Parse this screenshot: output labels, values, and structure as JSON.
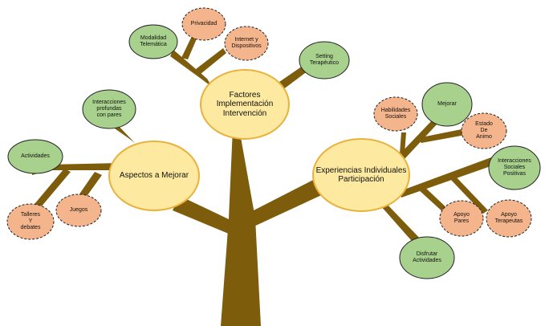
{
  "colors": {
    "branch": "#7d5c0b",
    "main_node_fill": "#fde9a0",
    "main_node_stroke": "#e8b23c",
    "green_node_fill": "#a8d18d",
    "orange_node_fill": "#f5b58c"
  },
  "main_nodes": {
    "factores": "Factores\nImplementación\nIntervención",
    "aspectos": "Aspectos a Mejorar",
    "experiencias": "Experiencias Individuales\nParticipación"
  },
  "factores_children": {
    "modalidad": "Modalidad\nTelemática",
    "privacidad": "Privacidad",
    "internet": "Internet y\nDispositivos",
    "setting": "Setting\nTerapéutico"
  },
  "aspectos_children": {
    "interacciones_profundas": "Interacciones\nprofundas\ncon pares",
    "actividades": "Actividades",
    "talleres": "Talleres\nY\ndebates",
    "juegos": "Juegos"
  },
  "experiencias_children": {
    "habilidades": "Habilidades\nSociales",
    "mejorar": "Mejorar",
    "estado": "Estado\nDe\nAnimo",
    "interacciones_positivas": "Interacciones\nSociales\nPositivas",
    "apoyo_terapeutas": "Apoyo\nTerapeutas",
    "apoyo_pares": "Apoyo\nPares",
    "disfrutar": "Disfrutar\nActividades"
  }
}
